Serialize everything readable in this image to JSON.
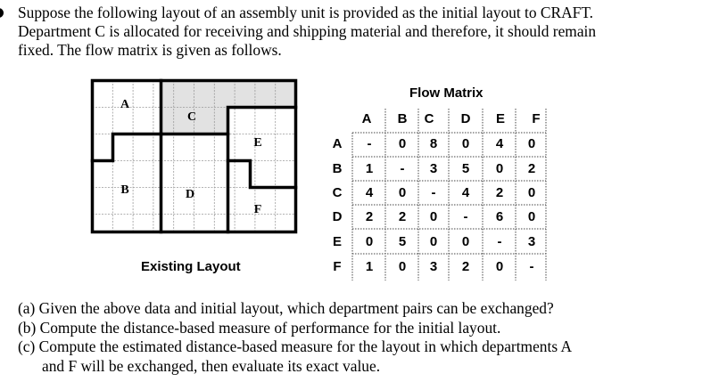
{
  "intro_lines": [
    "Suppose the following layout of an assembly unit is provided as the initial layout to CRAFT.",
    "Department C is allocated for receiving and shipping material and therefore, it should remain",
    "fixed. The flow matrix is given as follows."
  ],
  "layout": {
    "caption": "Existing Layout",
    "departments": [
      "A",
      "C",
      "E",
      "B",
      "D",
      "F"
    ]
  },
  "flow_matrix": {
    "title": "Flow Matrix",
    "columns": [
      "A",
      "B",
      "C",
      "D",
      "E",
      "F"
    ],
    "rows": [
      {
        "label": "A",
        "values": [
          "-",
          "0",
          "8",
          "0",
          "4",
          "0"
        ]
      },
      {
        "label": "B",
        "values": [
          "1",
          "-",
          "3",
          "5",
          "0",
          "2"
        ]
      },
      {
        "label": "C",
        "values": [
          "4",
          "0",
          "-",
          "4",
          "2",
          "0"
        ]
      },
      {
        "label": "D",
        "values": [
          "2",
          "2",
          "0",
          "-",
          "6",
          "0"
        ]
      },
      {
        "label": "E",
        "values": [
          "0",
          "5",
          "0",
          "0",
          "-",
          "3"
        ]
      },
      {
        "label": "F",
        "values": [
          "1",
          "0",
          "3",
          "2",
          "0",
          "-"
        ]
      }
    ]
  },
  "questions": [
    "(a) Given the above data and initial layout, which department pairs can be exchanged?",
    "(b) Compute the distance-based measure of performance for the initial layout.",
    "(c) Compute the estimated distance-based measure for the layout in which departments A",
    "and F will be exchanged, then evaluate its exact value."
  ]
}
